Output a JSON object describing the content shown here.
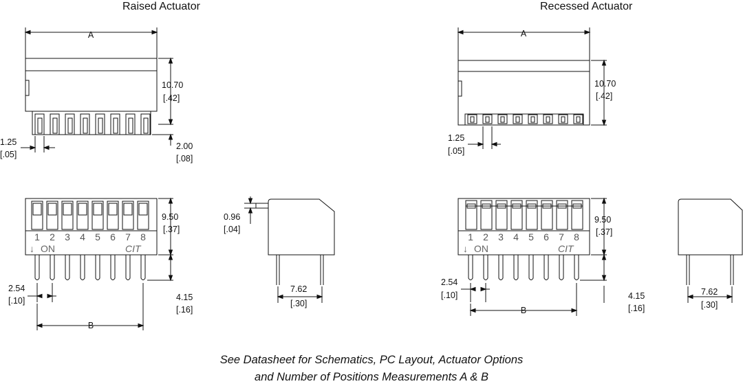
{
  "titles": {
    "raised": "Raised Actuator",
    "recessed": "Recessed Actuator"
  },
  "dims": {
    "a": "A",
    "b": "B",
    "height_mm": "10.70",
    "height_in": "[.42]",
    "pitch_small_mm": "1.25",
    "pitch_small_in": "[.05]",
    "raise_mm": "2.00",
    "raise_in": "[.08]",
    "body_mm": "9.50",
    "body_in": "[.37]",
    "lead_mm": "4.15",
    "lead_in": "[.16]",
    "pitch_mm": "2.54",
    "pitch_in": "[.10]",
    "row_mm": "7.62",
    "row_in": "[.30]",
    "act_mm": "0.96",
    "act_in": "[.04]"
  },
  "markings": {
    "positions": [
      "1",
      "2",
      "3",
      "4",
      "5",
      "6",
      "7",
      "8"
    ],
    "on_label": "ON",
    "brand": "CIT",
    "arrow": "↓"
  },
  "footnote": {
    "line1": "See Datasheet for Schematics, PC Layout, Actuator Options",
    "line2": "and Number of Positions Measurements A & B"
  }
}
